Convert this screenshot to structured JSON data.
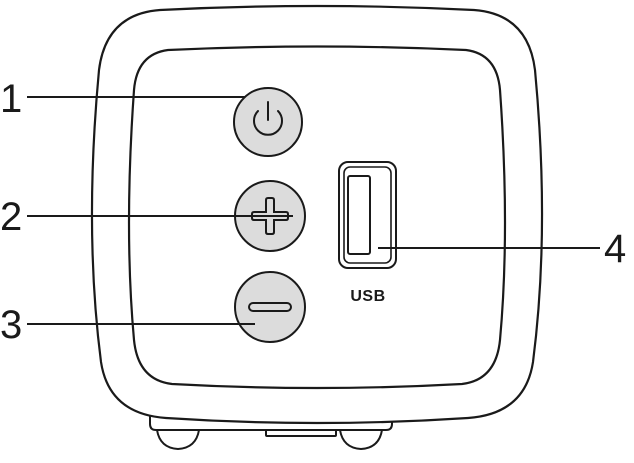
{
  "callouts": [
    {
      "number": "1",
      "target": "power-button"
    },
    {
      "number": "2",
      "target": "volume-up-button"
    },
    {
      "number": "3",
      "target": "volume-down-button"
    },
    {
      "number": "4",
      "target": "usb-port"
    }
  ],
  "usb_label": "USB",
  "icons": {
    "power": "power-icon",
    "plus": "plus-icon",
    "minus": "minus-icon"
  }
}
